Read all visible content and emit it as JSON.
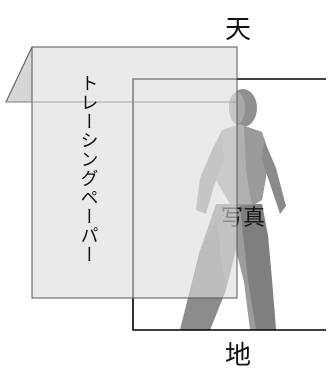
{
  "labels": {
    "top": "天",
    "bottom": "地",
    "photo": "写真",
    "tracing_paper": "トレーシングペーパー"
  },
  "colors": {
    "paper_fill": "#dcdcdc",
    "paper_fold": "#cfcfcf",
    "paper_stroke": "#555555",
    "photo_frame": "#000000",
    "figure_light": "#b5b5b5",
    "figure_mid": "#9a9a9a",
    "figure_dark": "#6e6e6e"
  }
}
